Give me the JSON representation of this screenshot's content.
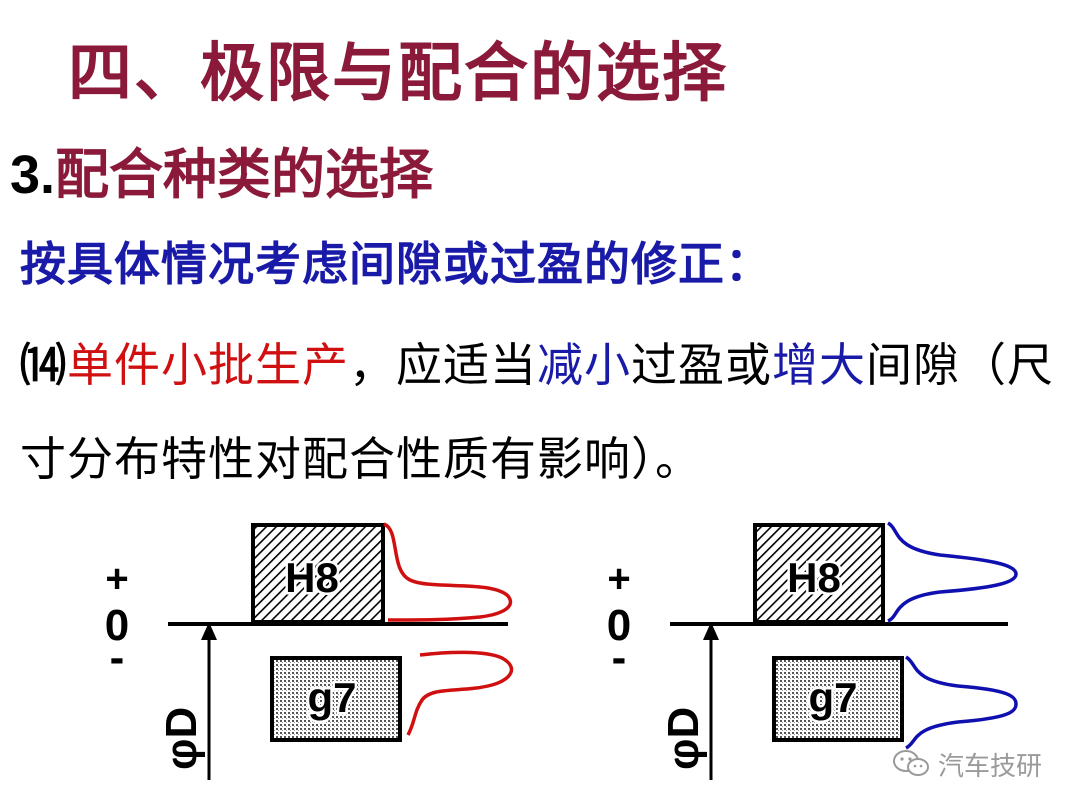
{
  "slide": {
    "title": "四、极限与配合的选择",
    "section_number": "3.",
    "section_title": "配合种类的选择",
    "intro": "按具体情况考虑间隙或过盈的修正：",
    "point": {
      "marker": "⒁",
      "red_text": "单件小批生产",
      "text_1": "，应适当",
      "blue_text_1": "减小",
      "text_2": "过盈或",
      "blue_text_2": "增大",
      "text_3": "间隙（尺寸分布特性对配合性质有影响）。"
    }
  },
  "diagrams": [
    {
      "hole_label": "H8",
      "shaft_label": "g7",
      "plus_label": "+",
      "zero_label": "0",
      "minus_label": "-",
      "axis_label": "φD",
      "curve_color": "#d01010",
      "curve_type": "skewed"
    },
    {
      "hole_label": "H8",
      "shaft_label": "g7",
      "plus_label": "+",
      "zero_label": "0",
      "minus_label": "-",
      "axis_label": "φD",
      "curve_color": "#1010b0",
      "curve_type": "symmetric"
    }
  ],
  "watermark": {
    "text": "汽车技研",
    "icon": "wechat-icon"
  }
}
